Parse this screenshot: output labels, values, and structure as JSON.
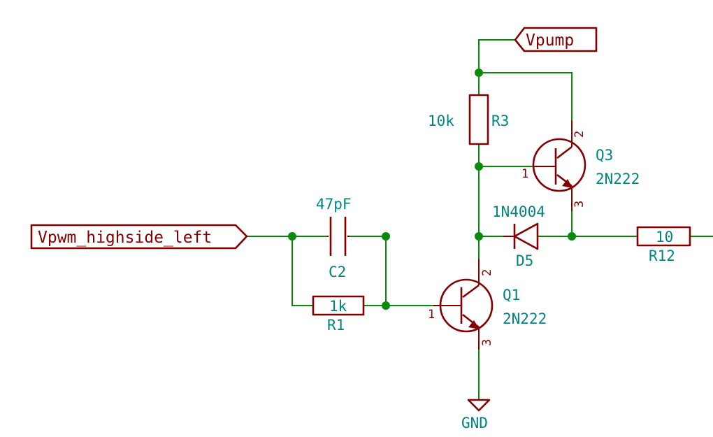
{
  "labels": {
    "vpump": "Vpump",
    "vpwm": "Vpwm_highside_left",
    "gnd": "GND"
  },
  "components": {
    "c2": {
      "ref": "C2",
      "value": "47pF"
    },
    "r1": {
      "ref": "R1",
      "value": "1k"
    },
    "r3": {
      "ref": "R3",
      "value": "10k"
    },
    "r12": {
      "ref": "R12",
      "value": "10"
    },
    "d5": {
      "ref": "D5",
      "value": "1N4004"
    },
    "q1": {
      "ref": "Q1",
      "value": "2N222",
      "pin_base": "1",
      "pin_collector": "2",
      "pin_emitter": "3"
    },
    "q3": {
      "ref": "Q3",
      "value": "2N222",
      "pin_base": "1",
      "pin_collector": "2",
      "pin_emitter": "3"
    }
  },
  "colors": {
    "wire": "#0a8a0a",
    "symbol": "#840000",
    "text": "#008484"
  }
}
